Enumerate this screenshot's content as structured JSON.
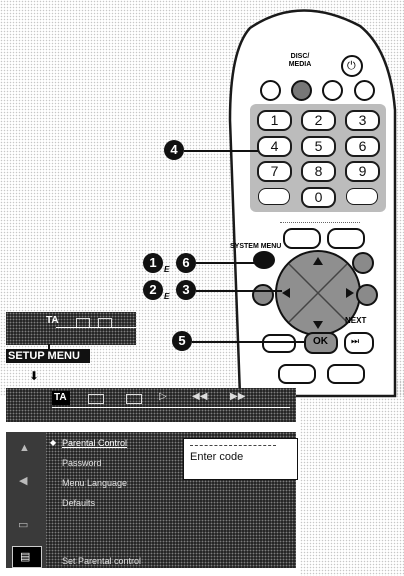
{
  "remote": {
    "disc_media_label": "DISC/ MEDIA",
    "system_menu_label": "SYSTEM MENU",
    "next_label": "NEXT",
    "ok_label": "OK",
    "number_keys": [
      "1",
      "2",
      "3",
      "4",
      "5",
      "6",
      "7",
      "8",
      "9",
      "0"
    ]
  },
  "callouts": {
    "c4": "4",
    "c1": "1",
    "c6": "6",
    "c2": "2",
    "c3": "3",
    "c5": "5",
    "sub_e": "E"
  },
  "small_menu": {
    "tab_label": "TA",
    "title": "SETUP MENU"
  },
  "big_menu": {
    "tab_label": "TA",
    "items": [
      "Parental Control",
      "Password",
      "Menu Language",
      "Defaults"
    ],
    "status": "Set Parental control",
    "popup_label": "Enter code"
  }
}
